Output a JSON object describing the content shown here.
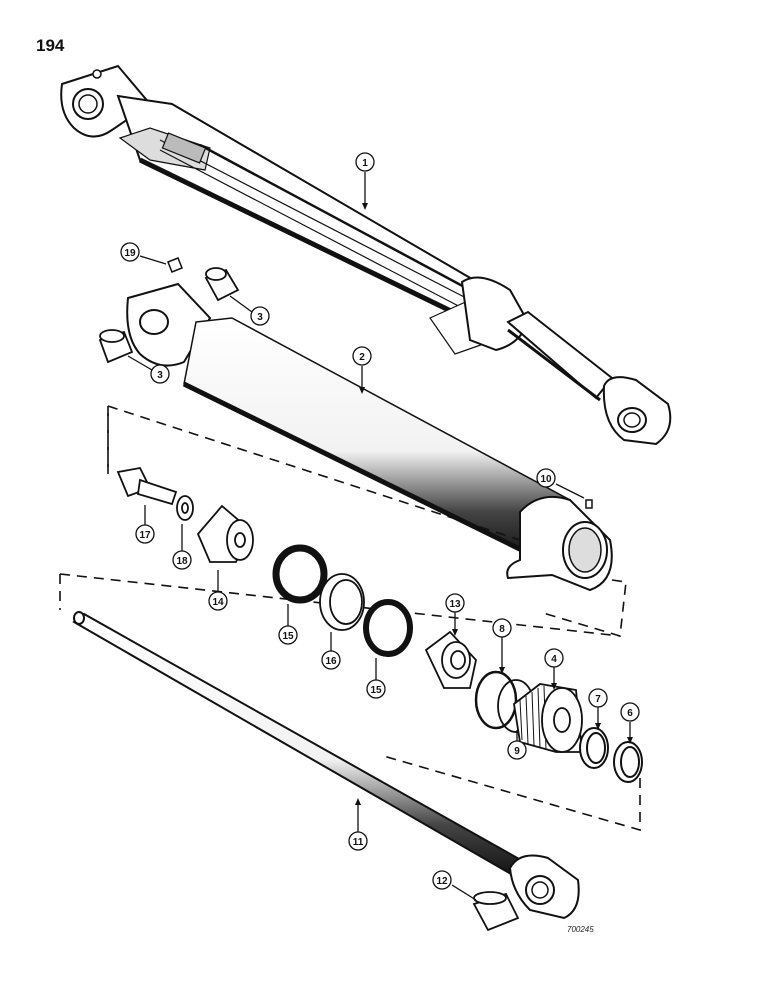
{
  "page": {
    "number": "194",
    "figure_code": "700245"
  },
  "callouts": [
    {
      "id": "1",
      "label": "1"
    },
    {
      "id": "2",
      "label": "2"
    },
    {
      "id": "3a",
      "label": "3"
    },
    {
      "id": "3b",
      "label": "3"
    },
    {
      "id": "4",
      "label": "4"
    },
    {
      "id": "6",
      "label": "6"
    },
    {
      "id": "7",
      "label": "7"
    },
    {
      "id": "8",
      "label": "8"
    },
    {
      "id": "9",
      "label": "9"
    },
    {
      "id": "10",
      "label": "10"
    },
    {
      "id": "11",
      "label": "11"
    },
    {
      "id": "12",
      "label": "12"
    },
    {
      "id": "13",
      "label": "13"
    },
    {
      "id": "14",
      "label": "14"
    },
    {
      "id": "15a",
      "label": "15"
    },
    {
      "id": "15b",
      "label": "15"
    },
    {
      "id": "16",
      "label": "16"
    },
    {
      "id": "17",
      "label": "17"
    },
    {
      "id": "18",
      "label": "18"
    },
    {
      "id": "19",
      "label": "19"
    }
  ]
}
